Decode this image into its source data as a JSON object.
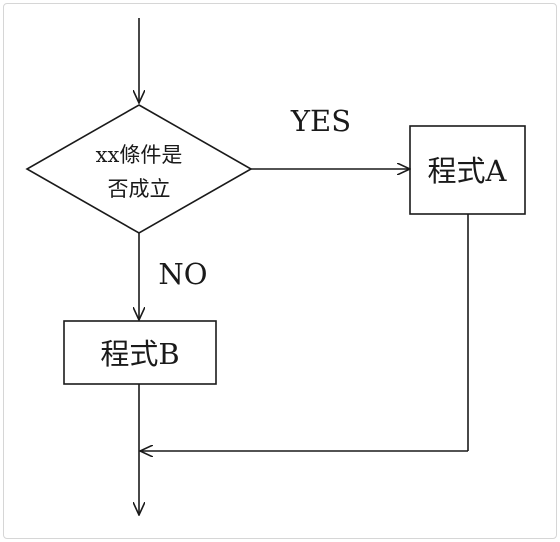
{
  "flowchart": {
    "decision": {
      "line1": "xx條件是",
      "line2": "否成立"
    },
    "yes_label": "YES",
    "no_label": "NO",
    "program_a": "程式A",
    "program_b": "程式B"
  },
  "colors": {
    "line": "#1a1a1a",
    "frame": "#d6d6d6",
    "background": "#ffffff"
  }
}
